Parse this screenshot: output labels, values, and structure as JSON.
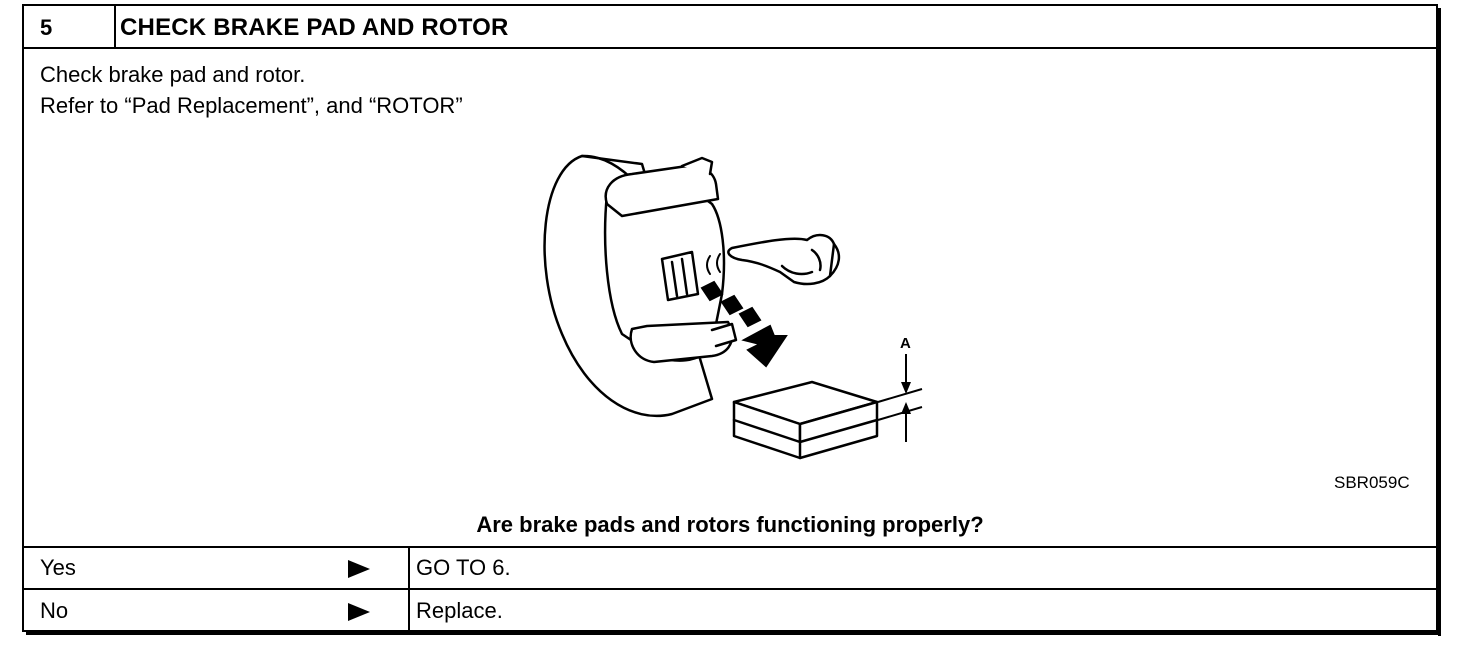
{
  "header": {
    "step_number": "5",
    "title": "CHECK BRAKE PAD AND ROTOR"
  },
  "instructions": {
    "line1": "Check brake pad and rotor.",
    "line2": "Refer to “Pad Replacement”, and “ROTOR”"
  },
  "figure": {
    "dimension_label": "A",
    "code": "SBR059C"
  },
  "question": "Are brake pads and rotors functioning properly?",
  "answers": [
    {
      "label": "Yes",
      "arrow_icon": "triangle-right-icon",
      "result": "GO TO 6."
    },
    {
      "label": "No",
      "arrow_icon": "triangle-right-icon",
      "result": "Replace."
    }
  ]
}
